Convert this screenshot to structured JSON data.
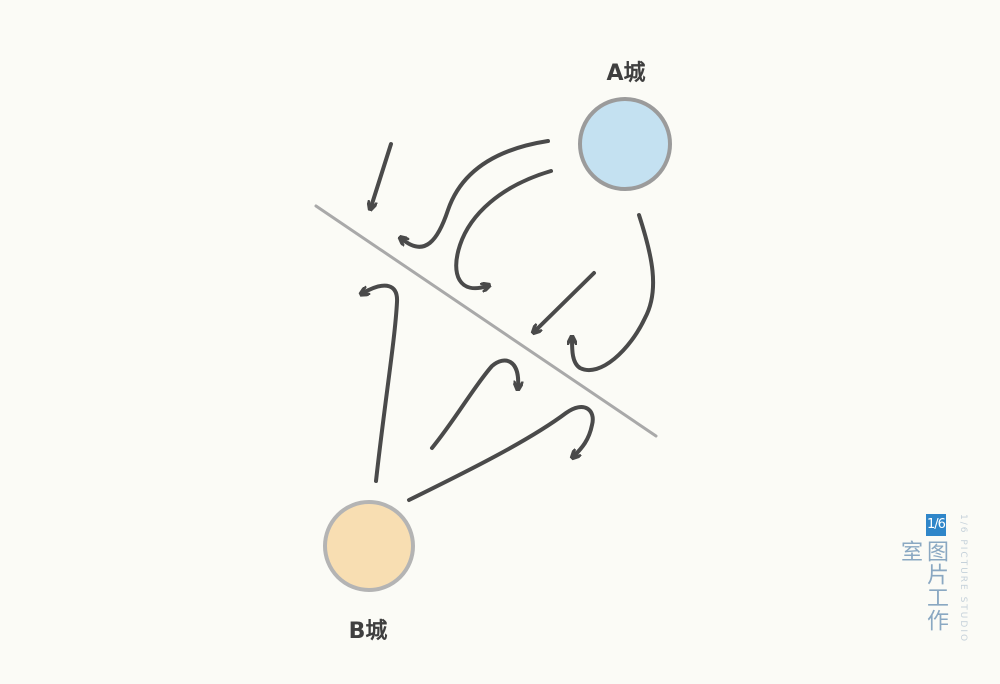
{
  "diagram": {
    "city_a": {
      "label": "A城",
      "fill": "#c4e1f1",
      "stroke": "#9b9b9b"
    },
    "city_b": {
      "label": "B城",
      "fill": "#f8deb2",
      "stroke": "#b4b4b4"
    },
    "barrier_color": "#a9a9a9",
    "arrow_color": "#4a4a4a"
  },
  "watermark": {
    "badge": "1/6",
    "name": "图片工作室",
    "english": "1/6 PICTURE STUDIO"
  }
}
